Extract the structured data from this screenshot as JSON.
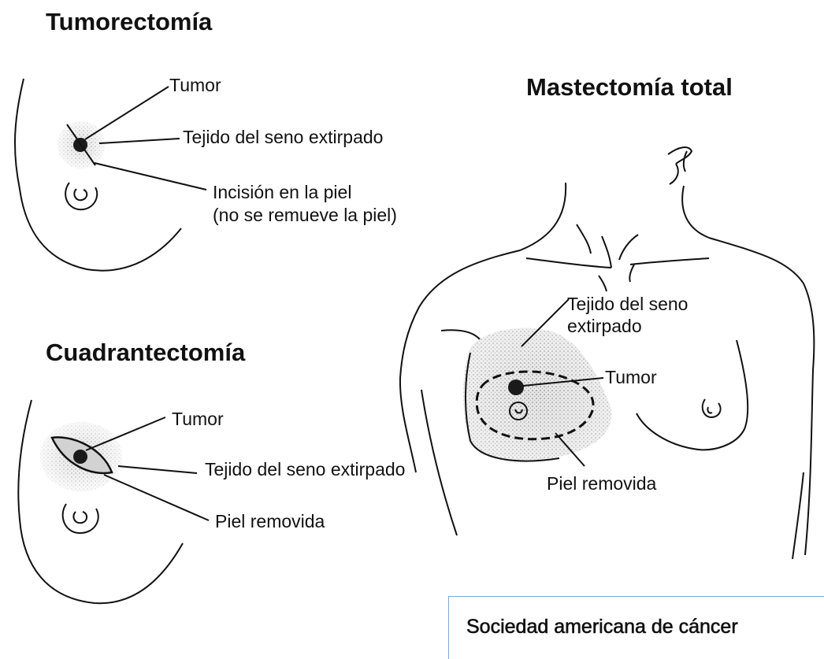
{
  "panels": {
    "tumorectomia": {
      "title": "Tumorectomía",
      "labels": {
        "tumor": "Tumor",
        "tissue": "Tejido del seno extirpado",
        "incision_1": "Incisión en la piel",
        "incision_2": "(no se remueve la piel)"
      }
    },
    "cuadrantectomia": {
      "title": "Cuadrantectomía",
      "labels": {
        "tumor": "Tumor",
        "tissue": "Tejido del seno extirpado",
        "skin": "Piel removida"
      }
    },
    "mastectomia": {
      "title": "Mastectomía total",
      "labels": {
        "tissue_1": "Tejido del seno",
        "tissue_2": "extirpado",
        "tumor": "Tumor",
        "skin": "Piel removida"
      }
    }
  },
  "credit": "Sociedad americana de cáncer",
  "colors": {
    "ink": "#111111",
    "stipple": "#c8c8c8",
    "credit_border": "#7ea6d8"
  }
}
